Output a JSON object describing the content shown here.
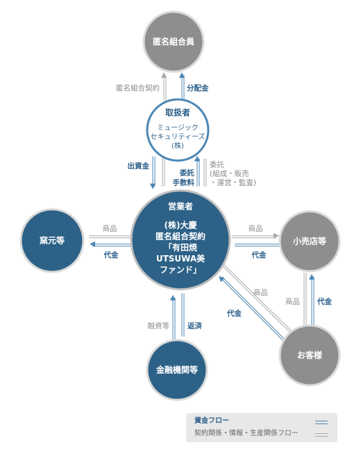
{
  "nodes": {
    "anonymous_members": "匿名組合員",
    "handler_title": "取扱者",
    "handler_name_1": "ミュージック",
    "handler_name_2": "セキュリティーズ",
    "handler_name_3": "(株)",
    "operator_title": "営業者",
    "operator_line_1": "(株)大慶",
    "operator_line_2": "匿名組合契約",
    "operator_line_3": "「有田焼",
    "operator_line_4": "UTSUWA美",
    "operator_line_5": "ファンド」",
    "kiln": "窯元等",
    "retailer": "小売店等",
    "financial": "金融機関等",
    "customer": "お客様"
  },
  "flows": {
    "contract": "匿名組合契約",
    "distribution": "分配金",
    "investment": "出資金",
    "commission_1": "委託",
    "commission_2": "手数料",
    "entrust": "委託",
    "entrust_detail_1": "(組成・販売",
    "entrust_detail_2": "・運営・監査)",
    "kiln_goods": "商品",
    "kiln_payment": "代金",
    "retail_goods": "商品",
    "retail_payment": "代金",
    "customer_goods": "商品",
    "customer_payment": "代金",
    "retail_customer_goods": "商品",
    "retail_customer_payment": "代金",
    "financing": "融資等",
    "repayment": "返済"
  },
  "legend": {
    "money_flow": "資金フロー",
    "info_flow": "契約関係・情報・生産関係フロー"
  },
  "colors": {
    "node_blue": "#2d6187",
    "node_gray": "#8e8e8e",
    "money_line": "#4a86b4",
    "info_line": "#aaaaaa",
    "handler_ring": "#4a86b4"
  }
}
